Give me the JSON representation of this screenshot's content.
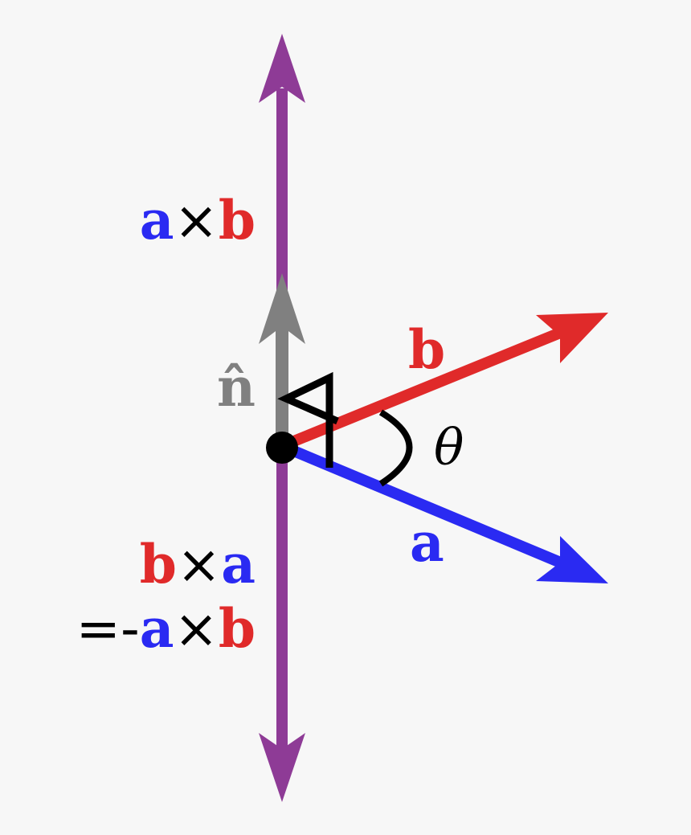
{
  "colors": {
    "background": "#f7f7f7",
    "a": "#2a2af2",
    "b": "#e02a2a",
    "cross": "#8e3b96",
    "normal": "#808080",
    "ink": "#000000"
  },
  "labels": {
    "a": "a",
    "b": "b",
    "times": "×",
    "n_hat": "n̂",
    "theta": "θ",
    "equals_neg": "=-"
  },
  "icons": {
    "hand_rule_flag": "flag-icon",
    "origin": "origin-dot"
  }
}
